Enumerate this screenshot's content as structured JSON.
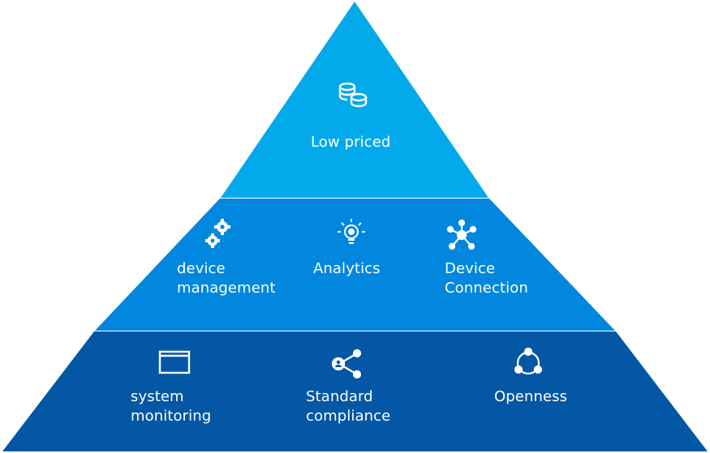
{
  "colors": {
    "top_tier": "#02aaeb",
    "middle_tier": "#0287de",
    "bottom_tier": "#0457a5",
    "text": "#ffffff"
  },
  "tiers": {
    "top": {
      "items": [
        {
          "label": "Low priced",
          "icon": "coins-icon"
        }
      ]
    },
    "middle": {
      "items": [
        {
          "label_lines": [
            "device",
            "management"
          ],
          "icon": "gears-icon"
        },
        {
          "label": "Analytics",
          "icon": "lightbulb-icon"
        },
        {
          "label_lines": [
            "Device",
            "Connection"
          ],
          "icon": "network-hub-icon"
        }
      ]
    },
    "bottom": {
      "items": [
        {
          "label_lines": [
            "system",
            "monitoring"
          ],
          "icon": "window-icon"
        },
        {
          "label_lines": [
            "Standard",
            "compliance"
          ],
          "icon": "share-icon"
        },
        {
          "label": "Openness",
          "icon": "cycle-icon"
        }
      ]
    }
  }
}
